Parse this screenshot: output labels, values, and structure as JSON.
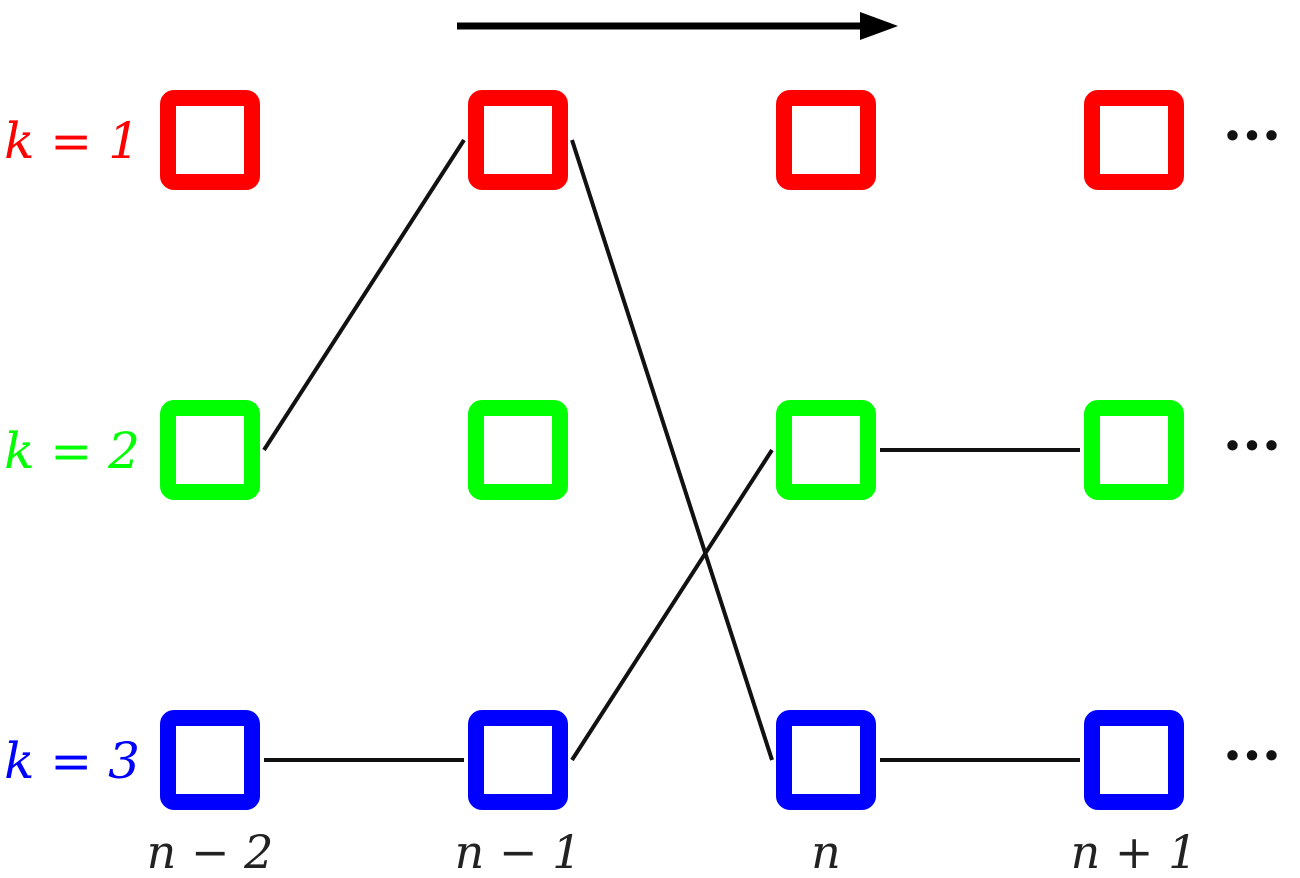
{
  "rows": [
    {
      "label": "k = 1",
      "color": "#ff0000"
    },
    {
      "label": "k = 2",
      "color": "#00ff00"
    },
    {
      "label": "k = 3",
      "color": "#0000ff"
    }
  ],
  "columns": [
    "n − 2",
    "n − 1",
    "n",
    "n + 1"
  ],
  "continuation": "···",
  "arrow_color": "#000000",
  "edges": [
    {
      "from": {
        "col": 0,
        "row": 1
      },
      "to": {
        "col": 1,
        "row": 0
      }
    },
    {
      "from": {
        "col": 0,
        "row": 2
      },
      "to": {
        "col": 1,
        "row": 2
      }
    },
    {
      "from": {
        "col": 1,
        "row": 0
      },
      "to": {
        "col": 2,
        "row": 2
      }
    },
    {
      "from": {
        "col": 1,
        "row": 2
      },
      "to": {
        "col": 2,
        "row": 1
      }
    },
    {
      "from": {
        "col": 2,
        "row": 1
      },
      "to": {
        "col": 3,
        "row": 1
      }
    },
    {
      "from": {
        "col": 2,
        "row": 2
      },
      "to": {
        "col": 3,
        "row": 2
      }
    }
  ]
}
